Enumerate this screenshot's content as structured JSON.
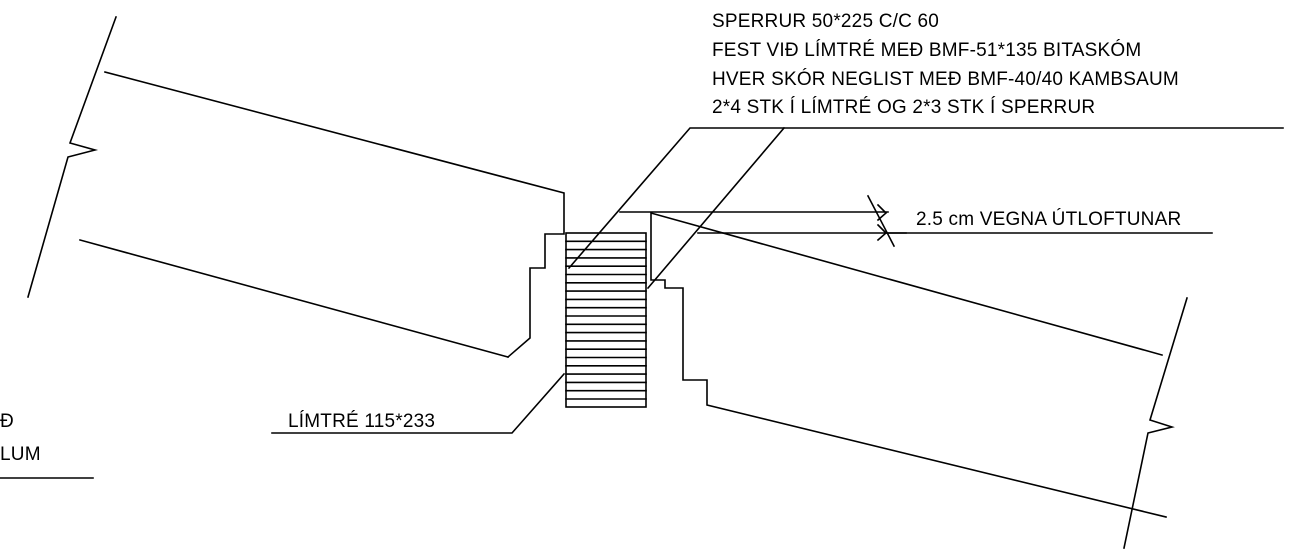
{
  "notes": {
    "rafter_spec_lines": [
      "SPERRUR 50*225 C/C 60",
      "FEST VIÐ LÍMTRÉ MEÐ BMF-51*135 BITASKÓM",
      "HVER SKÓR NEGLIST MEÐ BMF-40/40 KAMBSAUM",
      "2*4 STK Í LÍMTRÉ OG 2*3 STK Í SPERRUR"
    ],
    "offset_label": "2.5 cm VEGNA ÚTLOFTUNAR",
    "beam_label": "LÍMTRÉ 115*233",
    "left_cut_lines": [
      "Ð",
      "LUM"
    ]
  },
  "colors": {
    "line": "#000000",
    "background": "#ffffff"
  }
}
